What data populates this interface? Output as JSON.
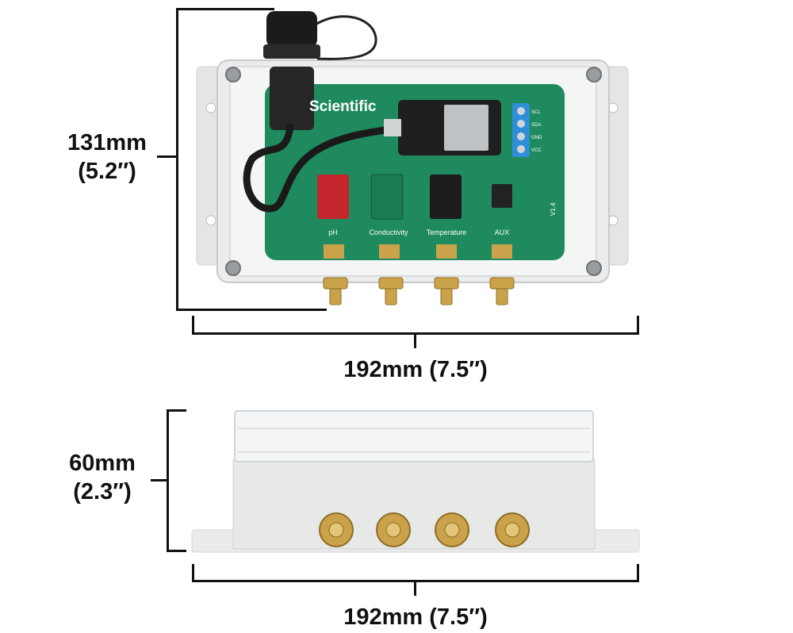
{
  "top_view": {
    "height_mm": "131mm",
    "height_in": "(5.2″)",
    "width_label": "192mm (7.5″)",
    "board": {
      "brand": "Scientific",
      "module_labels": [
        "pH",
        "Conductivity",
        "Temperature",
        "AUX"
      ],
      "terminal_labels": [
        "SCL",
        "SDA",
        "GND",
        "VCC"
      ],
      "version": "V1.4"
    }
  },
  "side_view": {
    "height_mm": "60mm",
    "height_in": "(2.3″)",
    "width_label": "192mm (7.5″)"
  },
  "colors": {
    "pcb": "#1f8a5e",
    "enclosure": "#e9eaea",
    "connector_gold": "#c9a24a",
    "terminal_block": "#2f8ed8"
  }
}
